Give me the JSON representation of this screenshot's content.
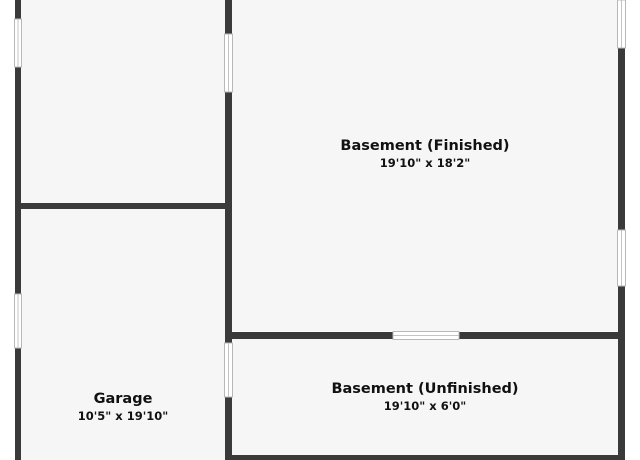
{
  "rooms": {
    "basement_finished": {
      "name": "Basement (Finished)",
      "dimensions": "19'10\" x 18'2\""
    },
    "basement_unfinished": {
      "name": "Basement (Unfinished)",
      "dimensions": "19'10\" x 6'0\""
    },
    "garage": {
      "name": "Garage",
      "dimensions": "10'5\" x 19'10\""
    }
  },
  "colors": {
    "wall": "#3a3a3a",
    "floor": "#f6f6f6",
    "background": "#ffffff",
    "text": "#111111"
  }
}
